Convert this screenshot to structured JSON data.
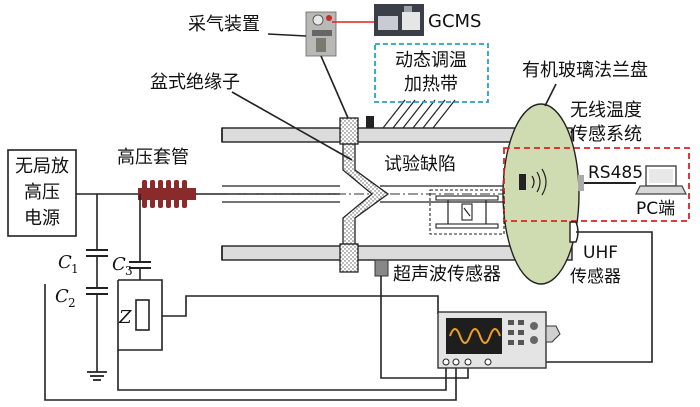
{
  "labels": {
    "gas_sampler": "采气装置",
    "gcms": "GCMS",
    "heating_belt_line1": "动态调温",
    "heating_belt_line2": "加热带",
    "flange_disk": "有机玻璃法兰盘",
    "basin_insulator": "盆式绝缘子",
    "wireless_line1": "无线温度",
    "wireless_line2": "传感系统",
    "bushing": "高压套管",
    "hv_source_line1": "无局放",
    "hv_source_line2": "高压",
    "hv_source_line3": "电源",
    "test_defect": "试验缺陷",
    "rs485": "RS485",
    "pc": "PC端",
    "uhf_line1": "UHF",
    "uhf_line2": "传感器",
    "ultrasonic_sensor": "超声波传感器",
    "c1": "C",
    "c1_sub": "1",
    "c2": "C",
    "c2_sub": "2",
    "c3": "C",
    "c3_sub": "3",
    "z": "Z"
  },
  "colors": {
    "pipe": "#dcdcdc",
    "bushing": "#8b2a2a",
    "flange": "#cfdcb2",
    "red_dash": "#e02020",
    "cyan_dash": "#2aa0c0"
  }
}
